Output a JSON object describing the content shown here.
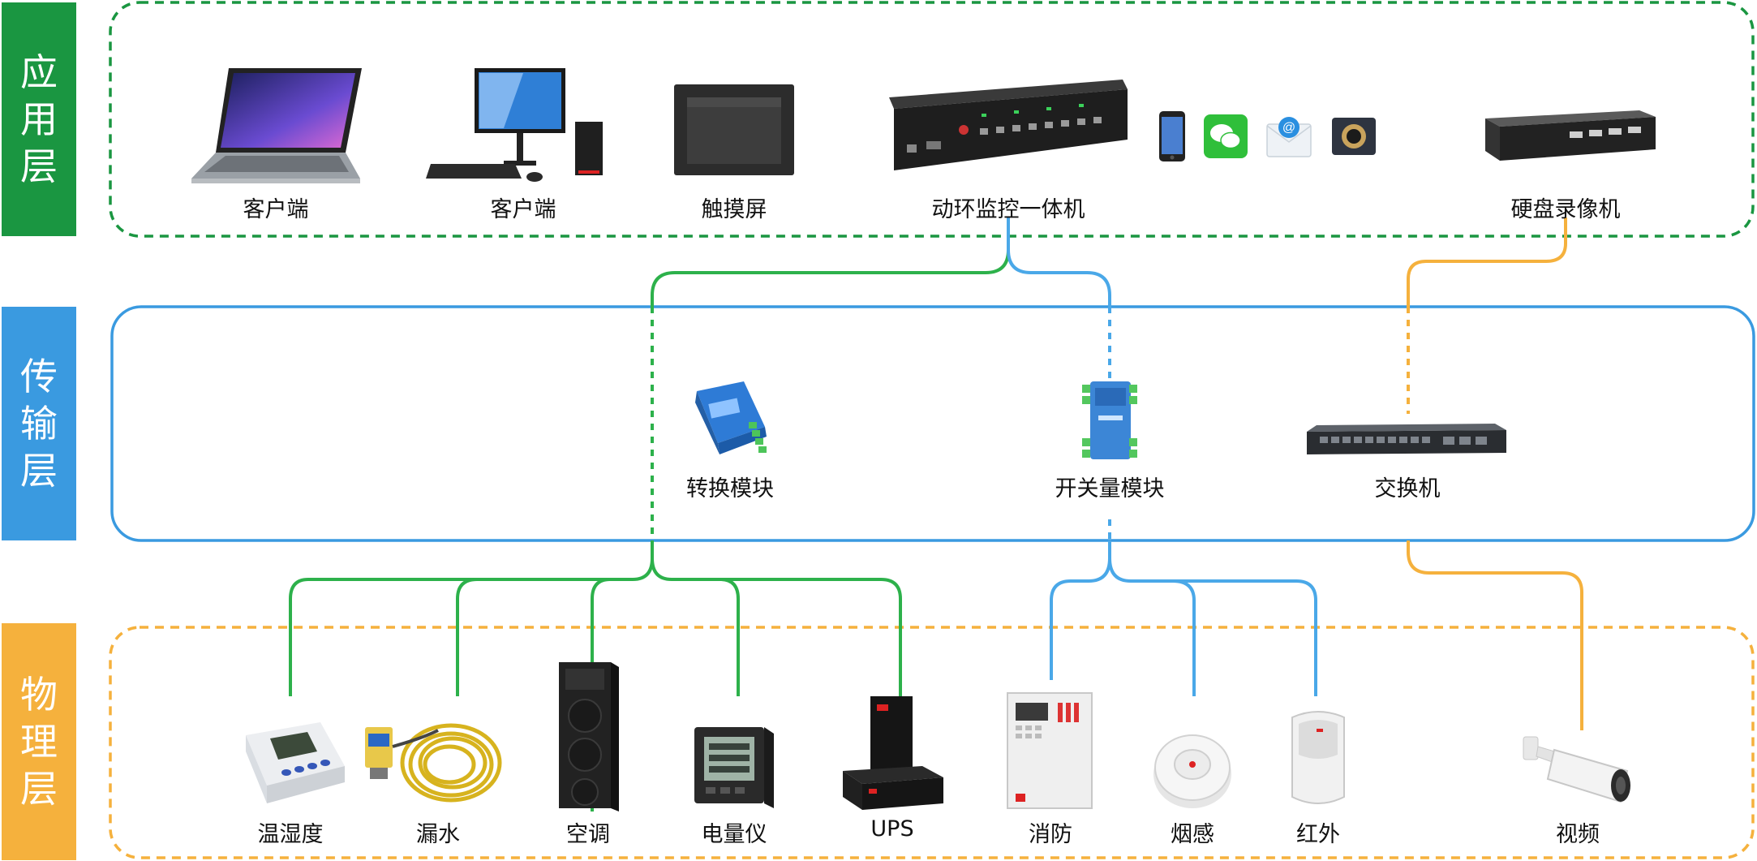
{
  "layers": [
    {
      "label": "应用层",
      "color": "#1a9641"
    },
    {
      "label": "传输层",
      "color": "#3a9ae0"
    },
    {
      "label": "物理层",
      "color": "#f5b13d"
    }
  ],
  "application": {
    "client1": "客户端",
    "client2": "客户端",
    "touch_screen": "触摸屏",
    "monitor_host": "动环监控一体机",
    "notify_icons": [
      "phone-icon",
      "wechat-icon",
      "email-icon",
      "camera-icon"
    ],
    "nvr": "硬盘录像机"
  },
  "transport": {
    "converter": "转换模块",
    "switch_module": "开关量模块",
    "network_switch": "交换机"
  },
  "physical": {
    "temp_humidity": "温湿度",
    "water_leak": "漏水",
    "air_conditioner": "空调",
    "power_meter": "电量仪",
    "ups": "UPS",
    "fire": "消防",
    "smoke": "烟感",
    "infrared": "红外",
    "video": "视频"
  },
  "colors": {
    "green": "#2db14b",
    "blue": "#4aa8e8",
    "orange": "#f5b13d"
  }
}
